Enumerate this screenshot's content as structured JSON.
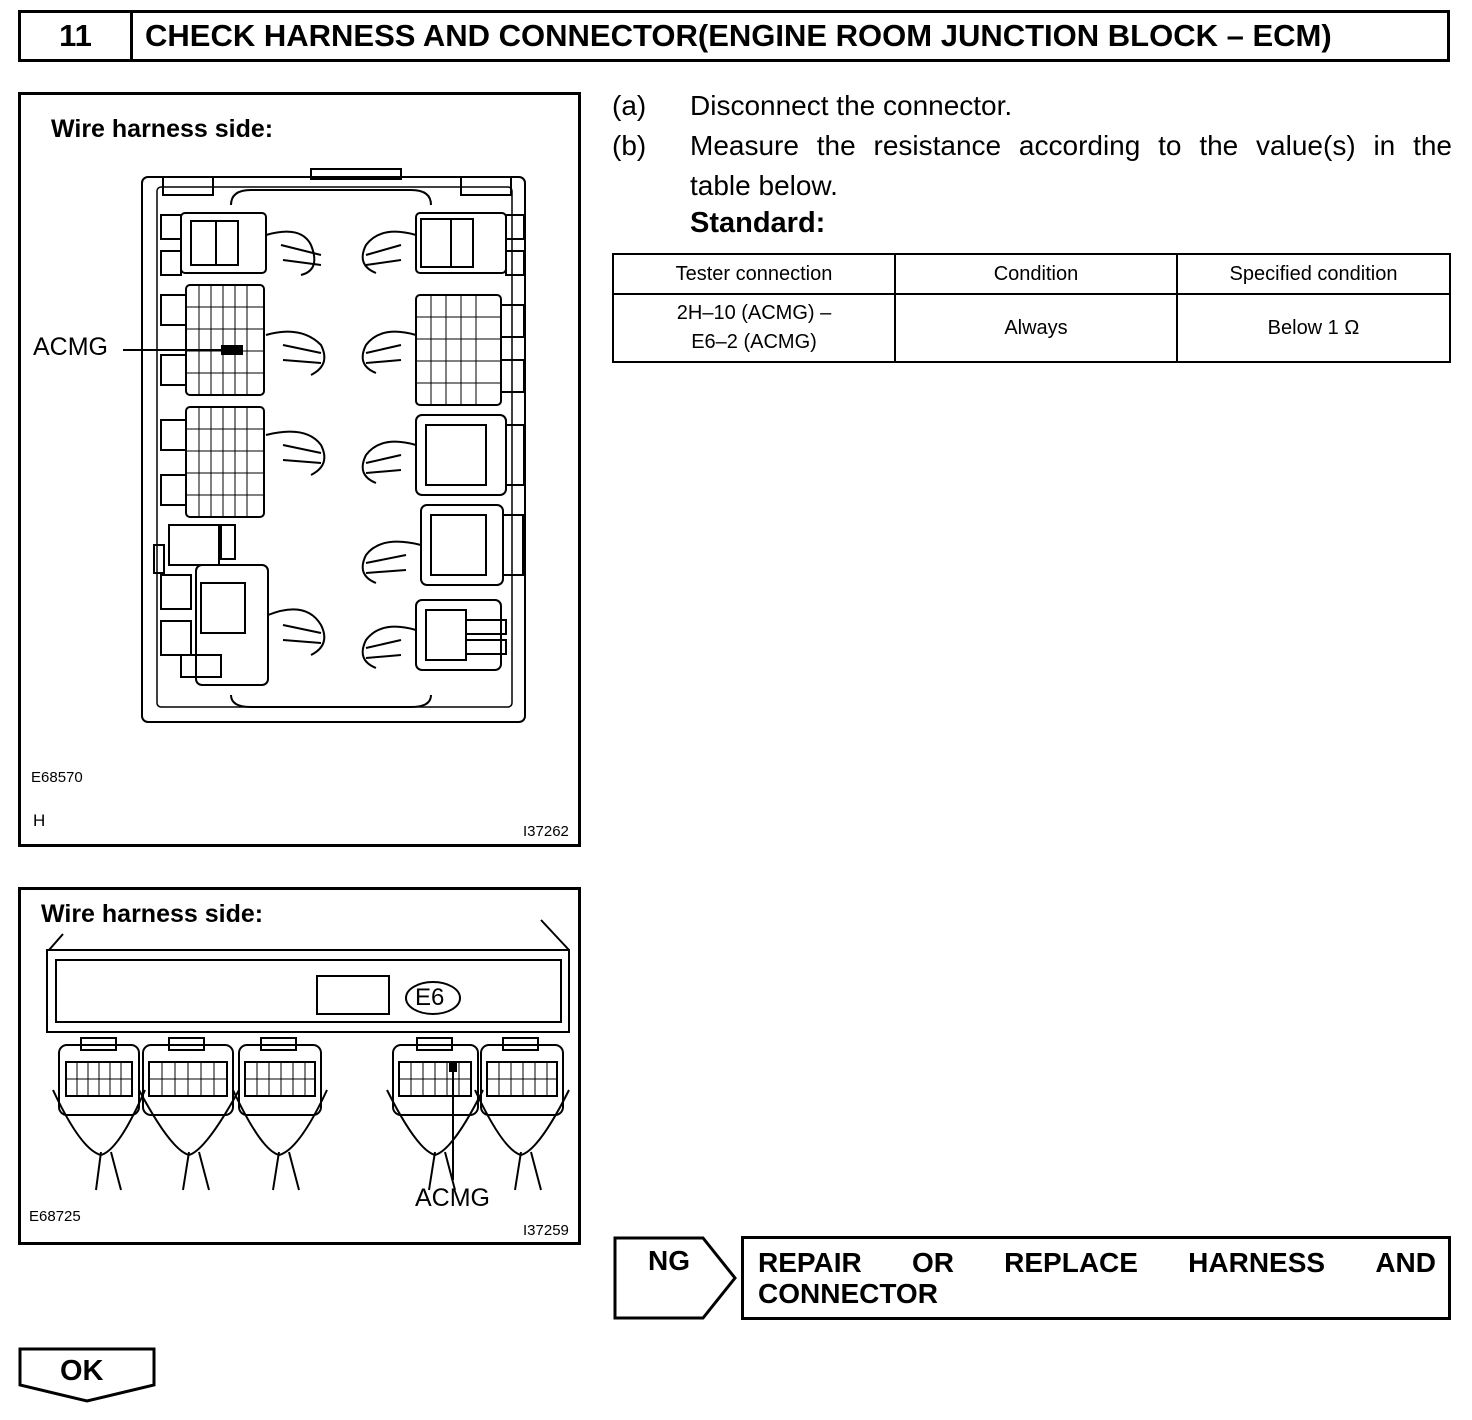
{
  "header": {
    "step_number": "11",
    "title": "CHECK HARNESS AND CONNECTOR(ENGINE ROOM JUNCTION BLOCK – ECM)"
  },
  "figure1": {
    "title": "Wire harness side:",
    "pin_label": "ACMG",
    "code_main": "E68570",
    "code_letter": "H",
    "code_id": "I37262"
  },
  "figure2": {
    "title": "Wire harness side:",
    "connector_label": "E6",
    "pin_label": "ACMG",
    "code_main": "E68725",
    "code_id": "I37259"
  },
  "instructions": {
    "a_label": "(a)",
    "a_text": "Disconnect the connector.",
    "b_label": "(b)",
    "b_text_line1": "Measure the resistance according to the value(s) in the",
    "b_text_line2": "table below.",
    "standard_label": "Standard:"
  },
  "table": {
    "headers": [
      "Tester connection",
      "Condition",
      "Specified condition"
    ],
    "rows": [
      {
        "connection_line1": "2H–10 (ACMG) –",
        "connection_line2": "E6–2 (ACMG)",
        "condition": "Always",
        "specified": "Below 1 Ω"
      }
    ]
  },
  "ng": {
    "label": "NG",
    "result_words_line1": [
      "REPAIR",
      "OR",
      "REPLACE",
      "HARNESS",
      "AND"
    ],
    "result_line2": "CONNECTOR"
  },
  "ok": {
    "label": "OK"
  }
}
